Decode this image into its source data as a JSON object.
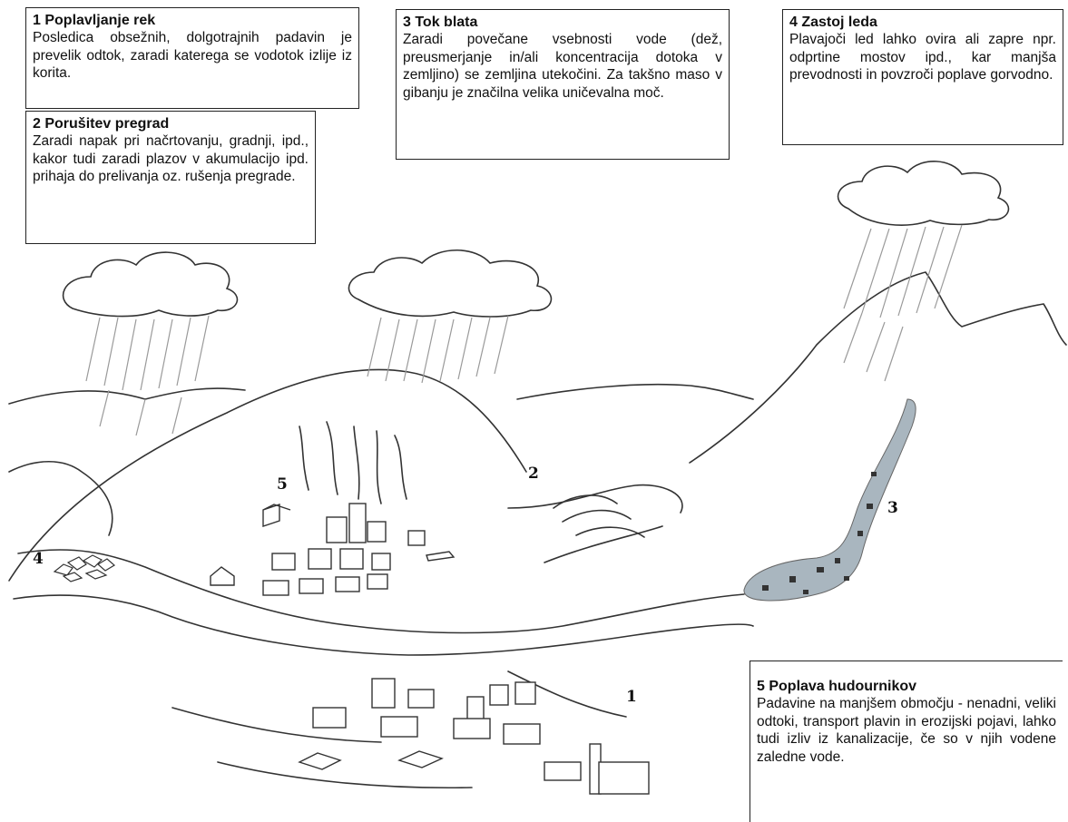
{
  "boxes": {
    "b1": {
      "title": "1 Poplavljanje rek",
      "text": "Posledica obsežnih, dolgotrajnih padavin je prevelik odtok, zaradi katerega se vodotok izlije iz korita."
    },
    "b2": {
      "title": "2 Porušitev pregrad",
      "text": "Zaradi napak pri načrtovanju, gradnji, ipd., kakor tudi zaradi plazov v akumulacijo ipd. prihaja do prelivanja oz. rušenja pregrade."
    },
    "b3": {
      "title": "3 Tok blata",
      "text": "Zaradi povečane vsebnosti vode (dež, preusmerjanje in/ali koncentracija dotoka v zemljino) se zemljina utekočini. Za takšno maso v gibanju je značilna velika uničevalna moč."
    },
    "b4": {
      "title": "4 Zastoj leda",
      "text": "Plavajoči led lahko ovira ali zapre npr. odprtine mostov ipd., kar manjša prevodnosti in povzroči poplave gorvodno."
    },
    "b5": {
      "title": "5 Poplava hudournikov",
      "text": "Padavine na manjšem območju - nenadni, veliki odtoki, transport plavin in erozijski pojavi, lahko tudi izliv iz kanalizacije, če so v njih vodene zaledne vode."
    }
  },
  "markers": {
    "m1": "1",
    "m2": "2",
    "m3": "3",
    "m4": "4",
    "m5": "5"
  },
  "colors": {
    "mudflow": "#a9b6bf",
    "stroke": "#333333",
    "rain": "#9a9a9a"
  }
}
